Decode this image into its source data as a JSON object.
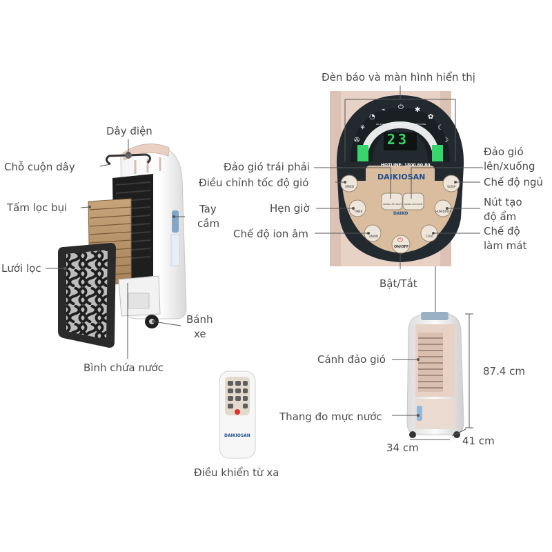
{
  "labels": {
    "cord": "Dây điện",
    "cord_wrap": "Chỗ cuộn dây",
    "dust_filter": "Tấm lọc bụi",
    "handle_1": "Tay",
    "handle_2": "cầm",
    "mesh_filter": "Lưới lọc",
    "wheel_1": "Bánh",
    "wheel_2": "xe",
    "water_tank": "Bình chứa nước",
    "remote": "Điều khiển từ xa",
    "display": "Đèn báo và màn hình hiển thị",
    "swing_lr": "Đảo gió trái phải",
    "swing_ud_1": "Đảo gió",
    "swing_ud_2": "lên/xuống",
    "speed": "Điều chỉnh tốc độ gió",
    "sleep": "Chế độ ngủ",
    "timer": "Hẹn giờ",
    "humid_1": "Nút tạo",
    "humid_2": "độ ẩm",
    "ion": "Chế độ ion âm",
    "cool_1": "Chế độ",
    "cool_2": "làm mát",
    "power": "Bật/Tắt",
    "louver": "Cánh đảo gió",
    "water_gauge": "Thang đo mực nước",
    "height": "87.4 cm",
    "width": "34 cm",
    "depth": "41 cm"
  },
  "panel": {
    "display_digits": "23",
    "brand": "DAIKIOSAN",
    "brand_small": "DAIKO",
    "hotline": "HOTLINE: 1800 60 80",
    "notice": "KIA LOẠI KIỂM TRA NƯỚC TRƯỚC KHI SỬ DỤNG",
    "btn_speed": "SPEED",
    "btn_timer": "TIMER",
    "btn_anion": "ANION",
    "btn_swing_lr": "SWING LEFT-RIGHT",
    "btn_swing_ud": "SWING UP-DOWN",
    "btn_sleep": "SLEEP",
    "btn_humidifier": "HUMIDIFIER",
    "btn_cool": "COOL",
    "btn_onoff": "ON/OFF"
  },
  "remote": {
    "brand": "DAIKIOSAN"
  },
  "colors": {
    "panel_bg": "#e8d2c6",
    "bezel": "#222a30",
    "button_face": "#d9bd9e",
    "display_green": "#37d66a",
    "accent_red": "#d9342b"
  }
}
